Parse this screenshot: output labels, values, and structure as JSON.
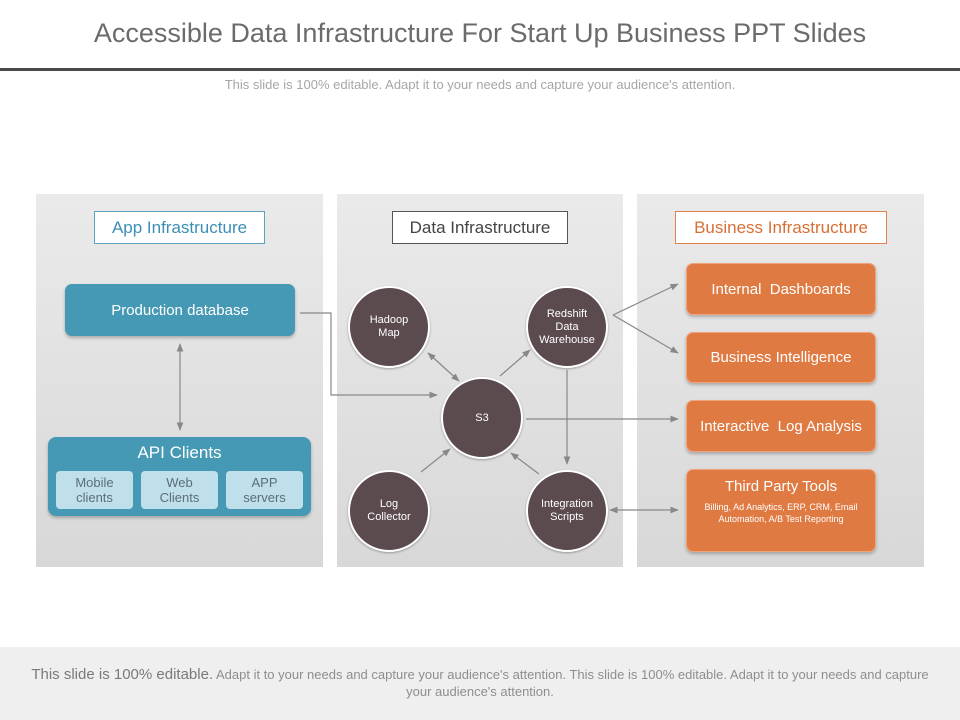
{
  "header": {
    "title": "Accessible Data Infrastructure For Start Up Business PPT Slides",
    "subtitle": "This slide is 100% editable. Adapt it to your needs and capture your audience's attention."
  },
  "columns": {
    "app": "App Infrastructure",
    "data": "Data Infrastructure",
    "business": "Business Infrastructure"
  },
  "app_infra": {
    "production_db": "Production database",
    "api_clients": {
      "title": "API Clients",
      "items": [
        "Mobile\nclients",
        "Web\nClients",
        "APP\nservers"
      ]
    }
  },
  "data_infra": {
    "hadoop": "Hadoop\nMap",
    "redshift": "Redshift\nData\nWarehouse",
    "s3": "S3",
    "log_collector": "Log\nCollector",
    "integration": "Integration\nScripts"
  },
  "business_infra": {
    "internal_dashboards": "Internal  Dashboards",
    "business_intelligence": "Business Intelligence",
    "interactive_log": "Interactive  Log Analysis",
    "third_party_title": "Third Party Tools",
    "third_party_detail": "Billing,  Ad Analytics, ERP,  CRM,  Email  Automation,  A/B Test Reporting"
  },
  "footer": {
    "lead": "This slide is 100% editable.",
    "rest": " Adapt it to your needs and capture your audience's attention. This slide is 100% editable. Adapt it to your needs and capture your audience's attention."
  },
  "colors": {
    "blue": "#4699b4",
    "node": "#5b4b4f",
    "orange": "#e07a43",
    "connector": "#888888"
  }
}
